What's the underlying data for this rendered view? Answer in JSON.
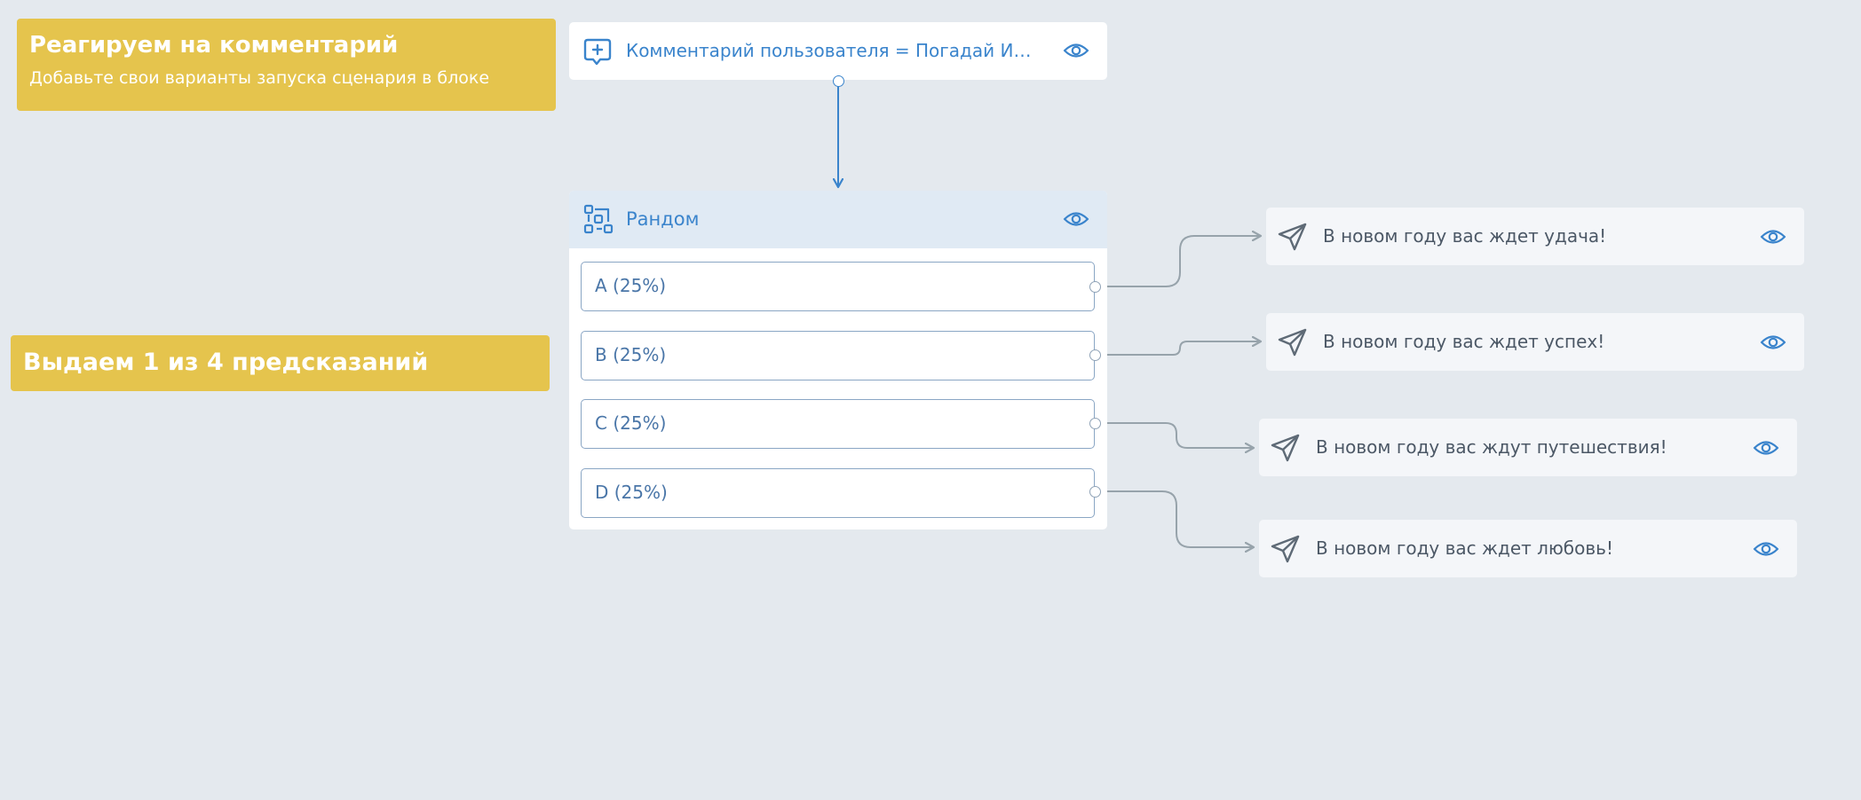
{
  "notes": {
    "trigger_note": {
      "title": "Реагируем на комментарий",
      "subtitle": "Добавьте свои варианты запуска сценария в блоке"
    },
    "random_note": {
      "title": "Выдаем 1 из 4 предсказаний"
    }
  },
  "trigger": {
    "icon": "comment-plus-icon",
    "label": "Комментарий пользователя = Погадай ИЛИ..."
  },
  "random": {
    "icon": "random-split-icon",
    "title": "Рандом",
    "options": [
      {
        "label": "A (25%)",
        "weight_percent": 25
      },
      {
        "label": "B (25%)",
        "weight_percent": 25
      },
      {
        "label": "C (25%)",
        "weight_percent": 25
      },
      {
        "label": "D (25%)",
        "weight_percent": 25
      }
    ]
  },
  "messages": [
    {
      "icon": "send-icon",
      "text": "В новом году вас ждет удача!"
    },
    {
      "icon": "send-icon",
      "text": "В новом году вас ждет успех!"
    },
    {
      "icon": "send-icon",
      "text": "В новом году вас ждут путешествия!"
    },
    {
      "icon": "send-icon",
      "text": "В новом году вас ждет любовь!"
    }
  ],
  "colors": {
    "canvas_bg": "#e4e9ee",
    "note_bg": "#e5c44d",
    "accent_blue": "#3a84cc",
    "connector_gray": "#97a3ab"
  }
}
